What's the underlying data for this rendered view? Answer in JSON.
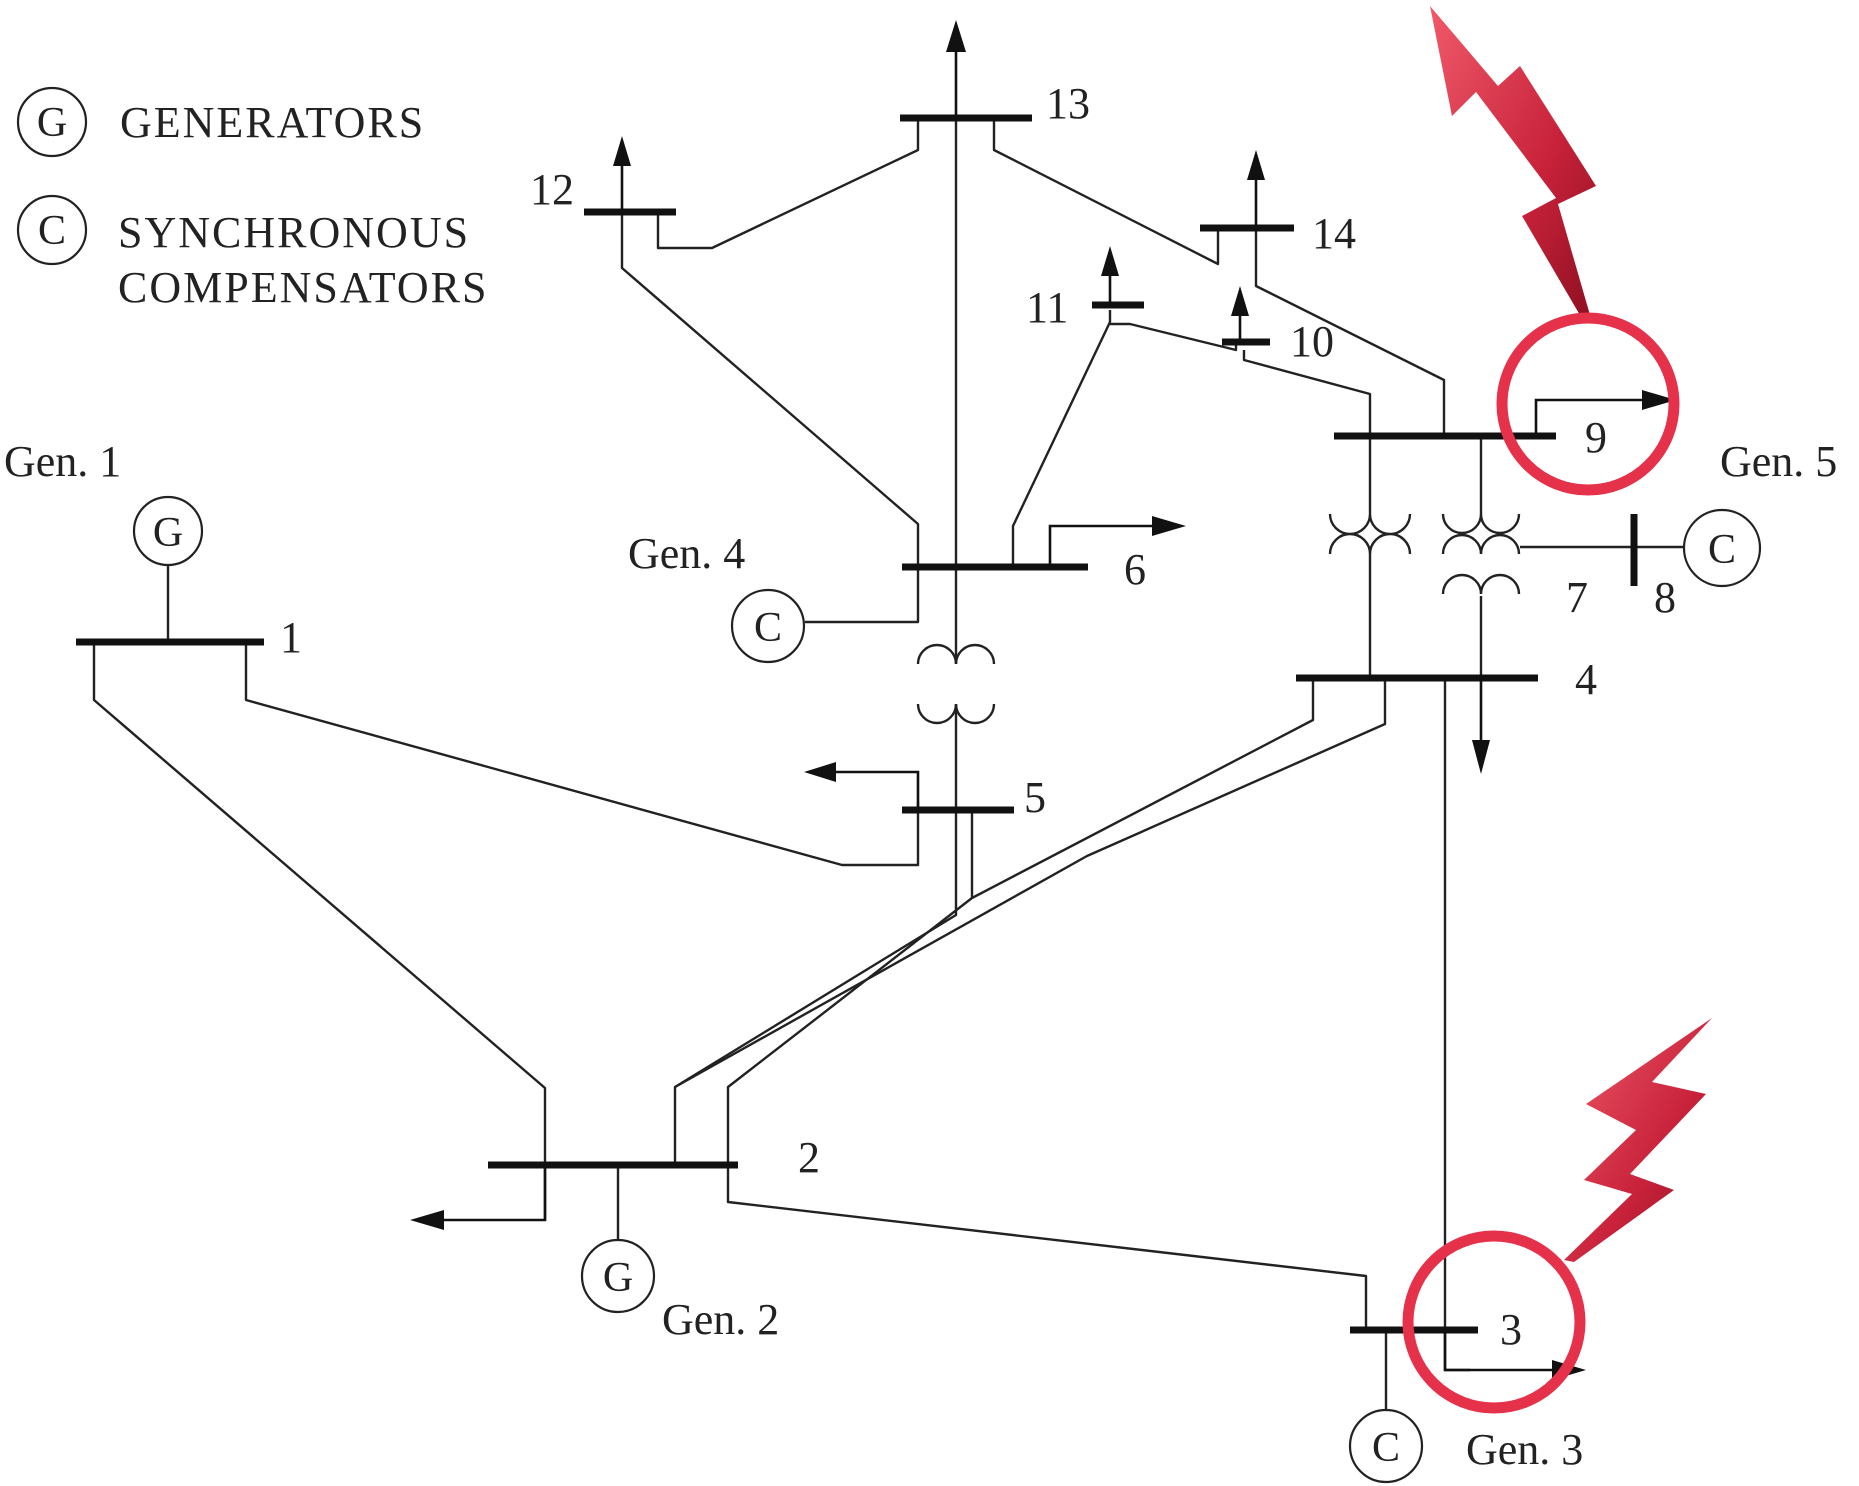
{
  "legend": {
    "generator_symbol": "G",
    "generator_label": "GENERATORS",
    "compensator_symbol": "C",
    "compensator_label_line1": "SYNCHRONOUS",
    "compensator_label_line2": "COMPENSATORS"
  },
  "buses": {
    "b1": "1",
    "b2": "2",
    "b3": "3",
    "b4": "4",
    "b5": "5",
    "b6": "6",
    "b7": "7",
    "b8": "8",
    "b9": "9",
    "b10": "10",
    "b11": "11",
    "b12": "12",
    "b13": "13",
    "b14": "14"
  },
  "machines": {
    "gen1": {
      "label": "Gen. 1",
      "symbol": "G"
    },
    "gen2": {
      "label": "Gen. 2",
      "symbol": "G"
    },
    "gen3": {
      "label": "Gen. 3",
      "symbol": "C"
    },
    "gen4": {
      "label": "Gen. 4",
      "symbol": "C"
    },
    "gen5": {
      "label": "Gen. 5",
      "symbol": "C"
    }
  },
  "faults": {
    "color": "#e5314a",
    "lightning_color": "#b3142b",
    "locations": [
      "9",
      "3"
    ]
  }
}
